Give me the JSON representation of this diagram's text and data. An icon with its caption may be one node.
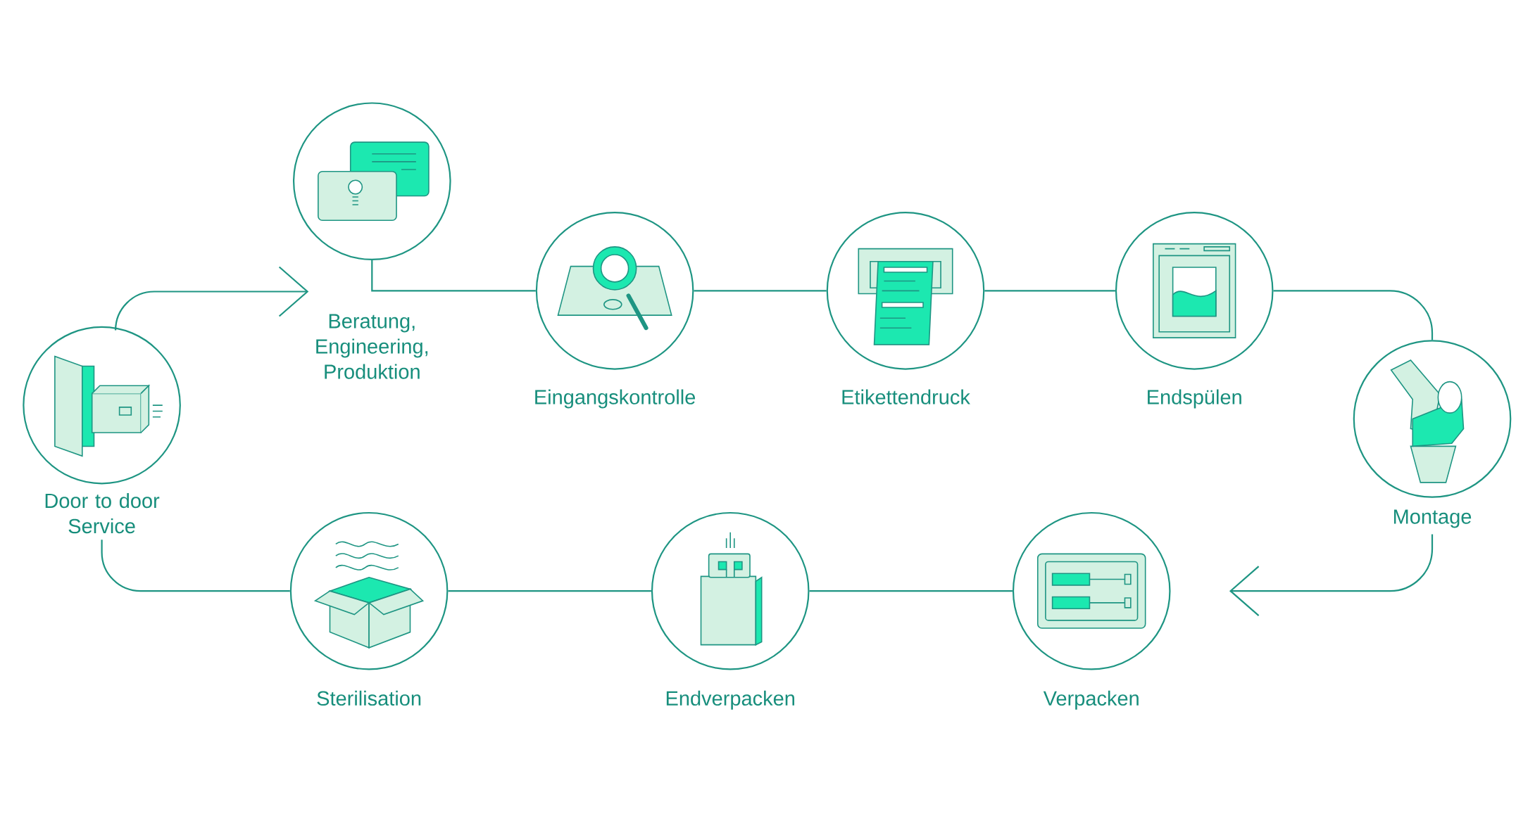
{
  "diagram": {
    "nodes": [
      {
        "text": [
          "Door to door Service"
        ]
      },
      {
        "text": [
          "Beratung, Engineering, Produktion"
        ]
      },
      {
        "text": [
          "Eingangskontrolle"
        ]
      },
      {
        "text": [
          "Etikettendruck"
        ]
      },
      {
        "text": [
          "Endspülen"
        ]
      },
      {
        "text": [
          "Montage"
        ]
      },
      {
        "text": [
          "Verpacken"
        ]
      },
      {
        "text": [
          "Endverpacken"
        ]
      },
      {
        "text": [
          "Sterilisation"
        ]
      }
    ],
    "edges": [
      {
        "from": 0,
        "to": 1,
        "arrow": "to"
      },
      {
        "from": 1,
        "to": 2,
        "arrow": "none"
      },
      {
        "from": 2,
        "to": 3,
        "arrow": "none"
      },
      {
        "from": 3,
        "to": 4,
        "arrow": "none"
      },
      {
        "from": 4,
        "to": 5,
        "arrow": "none"
      },
      {
        "from": 5,
        "to": 6,
        "arrow": "to"
      },
      {
        "from": 6,
        "to": 7,
        "arrow": "none"
      },
      {
        "from": 7,
        "to": 8,
        "arrow": "none"
      },
      {
        "from": 8,
        "to": 0,
        "arrow": "none"
      }
    ]
  }
}
